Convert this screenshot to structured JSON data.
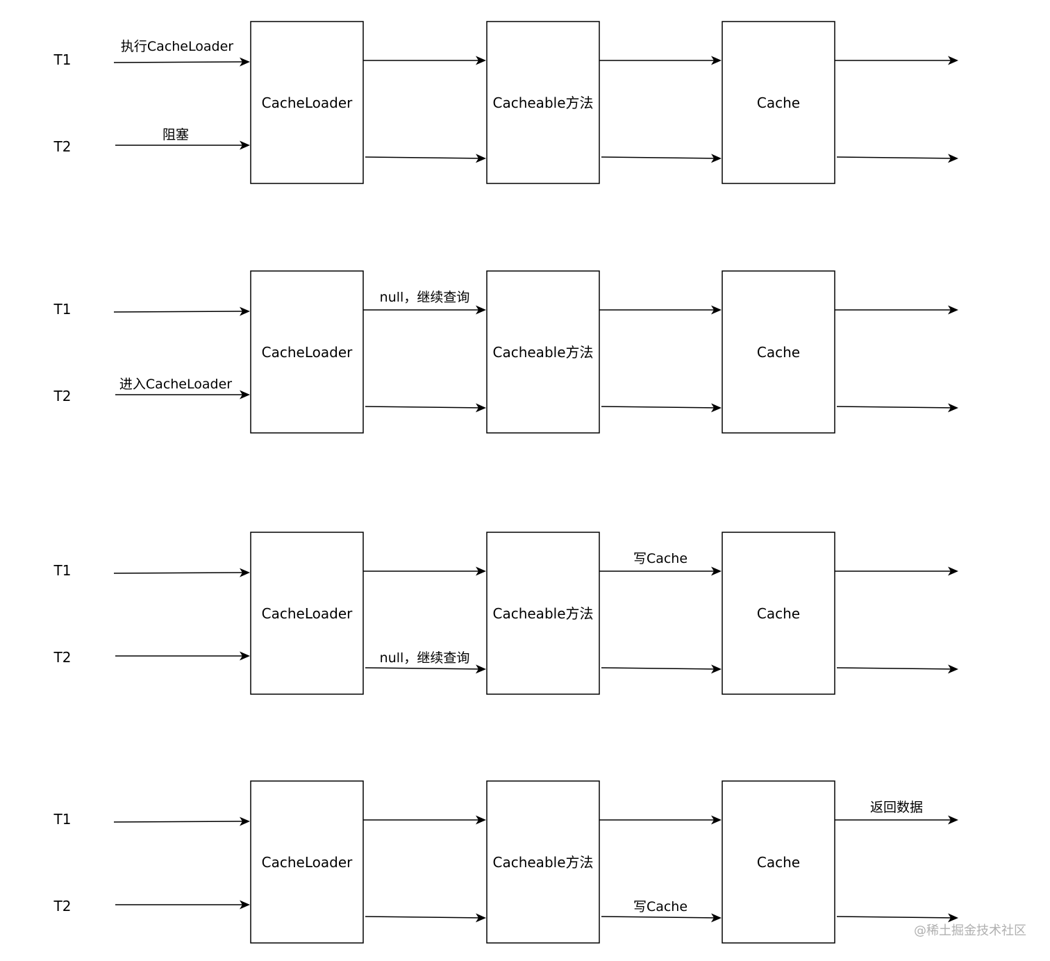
{
  "colors": {
    "stroke": "#000000",
    "background": "#ffffff",
    "watermark": "#b0b0b0"
  },
  "panels": [
    {
      "threads": [
        "T1",
        "T2"
      ],
      "boxes": [
        "CacheLoader",
        "Cacheable方法",
        "Cache"
      ],
      "edge_labels": {
        "in_t1": "执行CacheLoader",
        "in_t2": "阻塞",
        "loader_to_method_t1": "",
        "loader_to_method_t2": "",
        "method_to_cache_t1": "",
        "method_to_cache_t2": "",
        "out_t1": "",
        "out_t2": ""
      }
    },
    {
      "threads": [
        "T1",
        "T2"
      ],
      "boxes": [
        "CacheLoader",
        "Cacheable方法",
        "Cache"
      ],
      "edge_labels": {
        "in_t1": "",
        "in_t2": "进入CacheLoader",
        "loader_to_method_t1": "null，继续查询",
        "loader_to_method_t2": "",
        "method_to_cache_t1": "",
        "method_to_cache_t2": "",
        "out_t1": "",
        "out_t2": ""
      }
    },
    {
      "threads": [
        "T1",
        "T2"
      ],
      "boxes": [
        "CacheLoader",
        "Cacheable方法",
        "Cache"
      ],
      "edge_labels": {
        "in_t1": "",
        "in_t2": "",
        "loader_to_method_t1": "",
        "loader_to_method_t2": "null，继续查询",
        "method_to_cache_t1": "写Cache",
        "method_to_cache_t2": "",
        "out_t1": "",
        "out_t2": ""
      }
    },
    {
      "threads": [
        "T1",
        "T2"
      ],
      "boxes": [
        "CacheLoader",
        "Cacheable方法",
        "Cache"
      ],
      "edge_labels": {
        "in_t1": "",
        "in_t2": "",
        "loader_to_method_t1": "",
        "loader_to_method_t2": "",
        "method_to_cache_t1": "",
        "method_to_cache_t2": "写Cache",
        "out_t1": "返回数据",
        "out_t2": ""
      }
    }
  ],
  "watermark": "@稀土掘金技术社区"
}
